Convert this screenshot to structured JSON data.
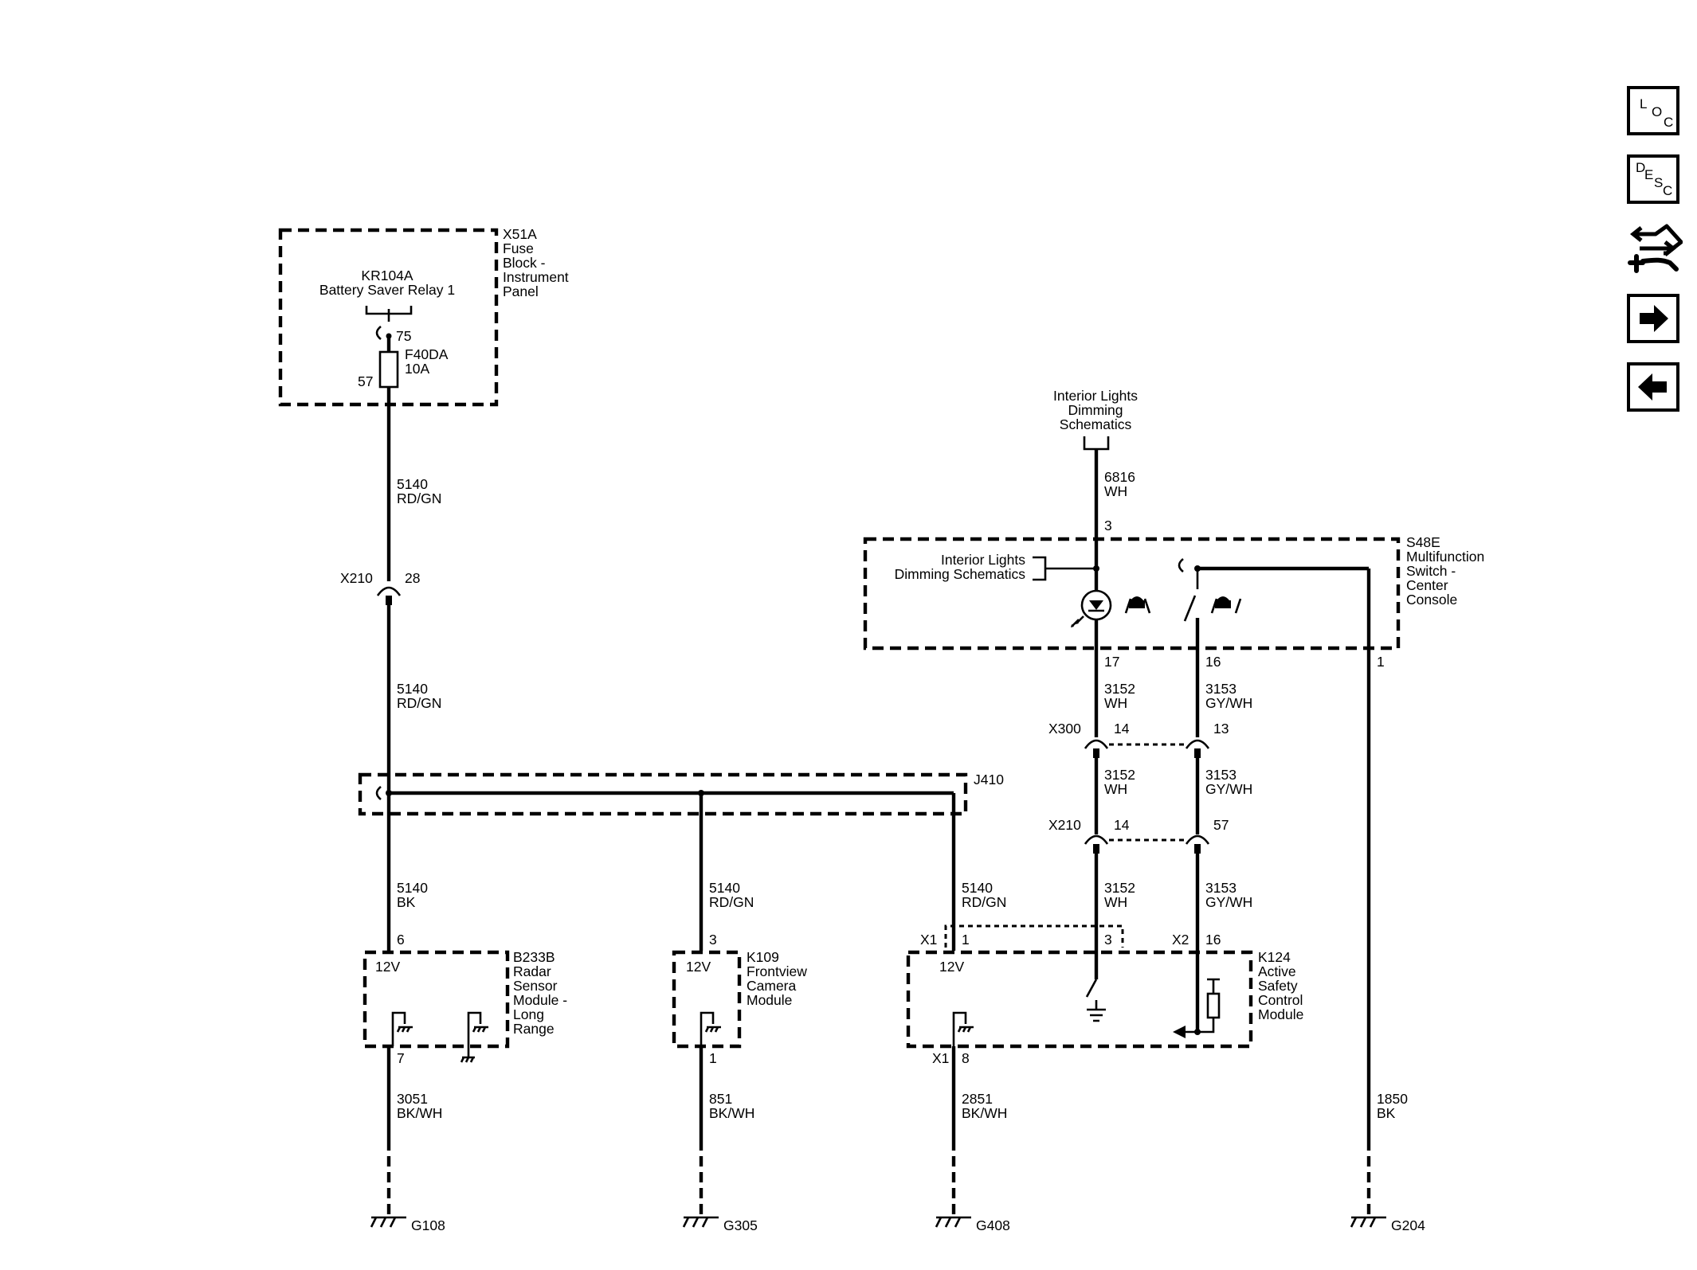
{
  "components": {
    "x51a": {
      "label": "X51A",
      "desc": [
        "Fuse",
        "Block -",
        "Instrument",
        "Panel"
      ]
    },
    "kr104a": {
      "label": "KR104A",
      "desc": "Battery Saver Relay 1",
      "pin": "75"
    },
    "f40da": {
      "label": "F40DA",
      "rating": "10A",
      "pin": "57"
    },
    "s48e": {
      "label": "S48E",
      "desc": [
        "Multifunction",
        "Switch -",
        "Center",
        "Console"
      ],
      "pins": {
        "p3": "3",
        "p17": "17",
        "p16": "16",
        "p1": "1"
      }
    },
    "dimming_top": {
      "lines": [
        "Interior Lights",
        "Dimming",
        "Schematics"
      ]
    },
    "dimming_inner": {
      "lines": [
        "Interior Lights",
        "Dimming Schematics"
      ]
    },
    "x210_top": {
      "label": "X210",
      "pin": "28"
    },
    "x300": {
      "label": "X300",
      "pins": [
        "14",
        "13"
      ]
    },
    "x210_mid": {
      "label": "X210",
      "pins": [
        "14",
        "57"
      ]
    },
    "j410": {
      "label": "J410"
    },
    "b233b": {
      "label": "B233B",
      "desc": [
        "Radar",
        "Sensor",
        "Module -",
        "Long",
        "Range"
      ],
      "pin_top": "6",
      "pin_bottom": "7",
      "voltage": "12V"
    },
    "k109": {
      "label": "K109",
      "desc": [
        "Frontview",
        "Camera",
        "Module"
      ],
      "pin_top": "3",
      "pin_bottom": "1",
      "voltage": "12V"
    },
    "k124": {
      "label": "K124",
      "desc": [
        "Active",
        "Safety",
        "Control",
        "Module"
      ],
      "x1": "X1",
      "pin_1": "1",
      "pin_3": "3",
      "x2": "X2",
      "pin_16": "16",
      "x1_bottom": "X1",
      "pin_8": "8",
      "voltage": "12V"
    }
  },
  "wires": {
    "w5140_top": {
      "circuit": "5140",
      "color": "RD/GN"
    },
    "w5140_mid": {
      "circuit": "5140",
      "color": "RD/GN"
    },
    "w5140_b233": {
      "circuit": "5140",
      "color": "BK"
    },
    "w5140_k109": {
      "circuit": "5140",
      "color": "RD/GN"
    },
    "w5140_k124": {
      "circuit": "5140",
      "color": "RD/GN"
    },
    "w6816": {
      "circuit": "6816",
      "color": "WH"
    },
    "w3152_a": {
      "circuit": "3152",
      "color": "WH"
    },
    "w3152_b": {
      "circuit": "3152",
      "color": "WH"
    },
    "w3152_c": {
      "circuit": "3152",
      "color": "WH"
    },
    "w3153_a": {
      "circuit": "3153",
      "color": "GY/WH"
    },
    "w3153_b": {
      "circuit": "3153",
      "color": "GY/WH"
    },
    "w3153_c": {
      "circuit": "3153",
      "color": "GY/WH"
    },
    "w3051": {
      "circuit": "3051",
      "color": "BK/WH"
    },
    "w851": {
      "circuit": "851",
      "color": "BK/WH"
    },
    "w2851": {
      "circuit": "2851",
      "color": "BK/WH"
    },
    "w1850": {
      "circuit": "1850",
      "color": "BK"
    }
  },
  "grounds": {
    "g108": "G108",
    "g305": "G305",
    "g408": "G408",
    "g204": "G204"
  },
  "nav": {
    "loc": [
      "L",
      "O",
      "C"
    ],
    "desc": [
      "D",
      "E",
      "S",
      "C"
    ]
  },
  "icons": [
    "loc-button-icon",
    "desc-button-icon",
    "connector-tool-icon",
    "arrow-right-icon",
    "arrow-left-icon"
  ]
}
